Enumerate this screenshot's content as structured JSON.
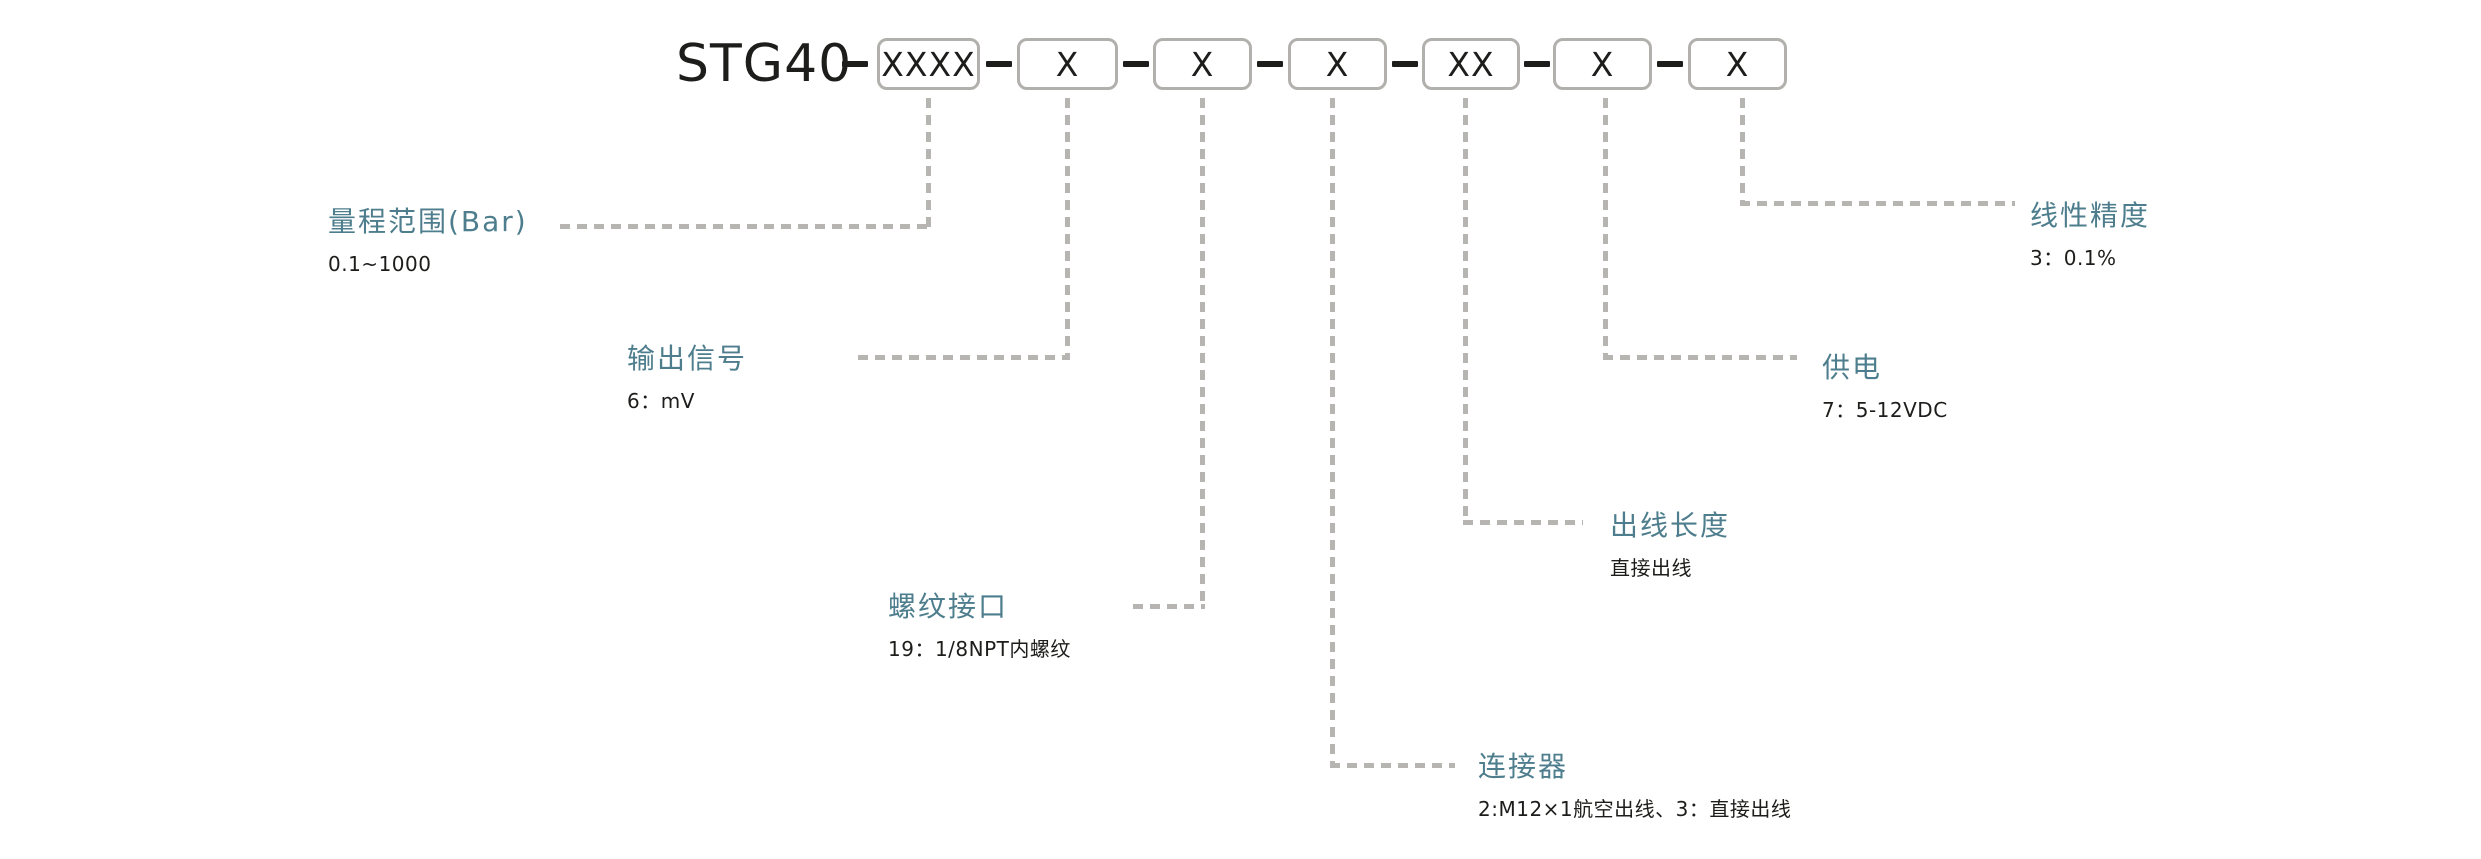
{
  "title": "STG40",
  "boxes": [
    {
      "label": "XXXX"
    },
    {
      "label": "X"
    },
    {
      "label": "X"
    },
    {
      "label": "X"
    },
    {
      "label": "XX"
    },
    {
      "label": "X"
    },
    {
      "label": "X"
    }
  ],
  "fields": [
    {
      "name": "量程范围(Bar)",
      "value": "0.1~1000"
    },
    {
      "name": "输出信号",
      "value": "6：mV"
    },
    {
      "name": "螺纹接口",
      "value": "19：1/8NPT内螺纹"
    },
    {
      "name": "连接器",
      "value": "2:M12×1航空出线、3：直接出线"
    },
    {
      "name": "出线长度",
      "value": "直接出线"
    },
    {
      "name": "供电",
      "value": "7：5-12VDC"
    },
    {
      "name": "线性精度",
      "value": "3：0.1%"
    }
  ],
  "colors": {
    "accent_teal": "#4e7e8d",
    "text_black": "#1d1d1b",
    "box_border_gray": "#b2b0ad",
    "dash_gray": "#b7b5b2",
    "background": "#ffffff"
  }
}
